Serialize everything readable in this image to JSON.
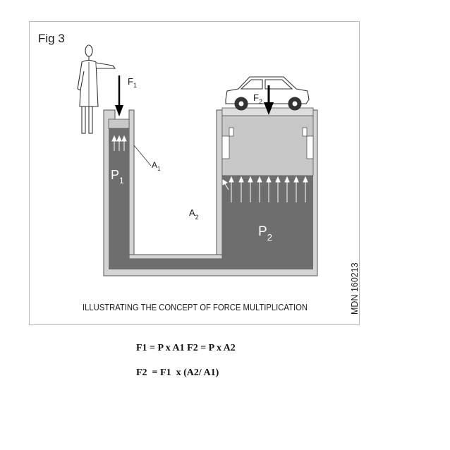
{
  "figure": {
    "label": "Fig 3",
    "caption": "ILLUSTRATING THE CONCEPT OF FORCE MULTIPLICATION",
    "code": "MDN 160213",
    "labels": {
      "f1_main": "F",
      "f1_sub": "1",
      "f2_main": "F",
      "f2_sub": "2",
      "a1_main": "A",
      "a1_sub": "1",
      "a2_main": "A",
      "a2_sub": "2",
      "p1_main": "P",
      "p1_sub": "1",
      "p2_main": "P",
      "p2_sub": "2"
    },
    "colors": {
      "fluid": "#6e6e6e",
      "piston": "#c8c8c8",
      "wall": "#d4d4d4",
      "outline": "#555555"
    }
  },
  "equations": {
    "line1": "F1 = P x A1 F2 = P x A2",
    "line2": "F2  = F1  x (A2/ A1)"
  }
}
